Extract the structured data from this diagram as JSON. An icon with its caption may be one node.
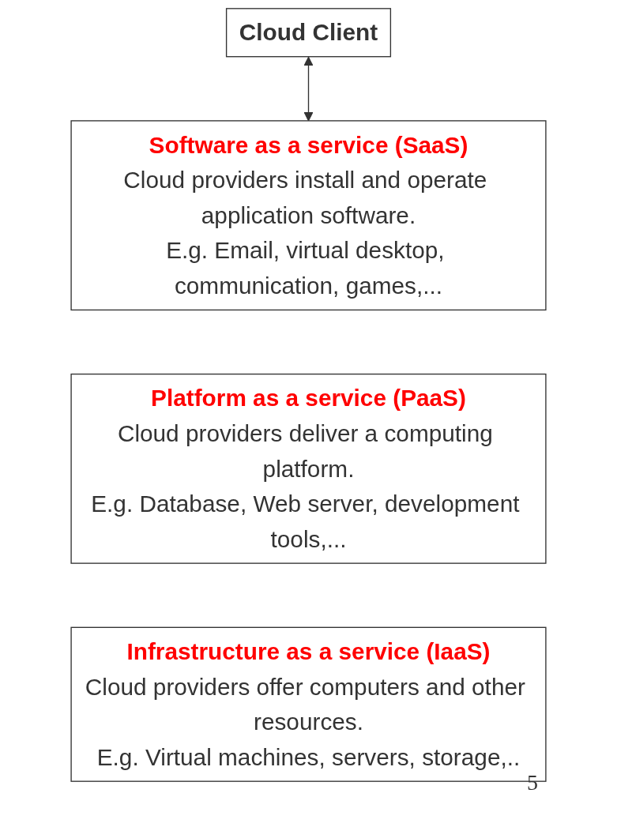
{
  "diagram": {
    "nodes": [
      {
        "text": [
          "Cloud Client"
        ]
      },
      {
        "text": [
          "Software as a service (SaaS)",
          "Cloud providers install and operate application software.",
          "E.g. Email, virtual desktop, communication, games,..."
        ]
      },
      {
        "text": [
          "Platform as a service (PaaS)",
          "Cloud providers deliver a computing platform.",
          "E.g. Database, Web server, development tools,..."
        ]
      },
      {
        "text": [
          "Infrastructure as a service (IaaS)",
          "Cloud providers offer computers and other resources.",
          "E.g. Virtual machines, servers, storage,.."
        ]
      }
    ],
    "edges": [
      {
        "from": 0,
        "to": 1,
        "arrow": "both"
      }
    ],
    "labels": [
      "5"
    ]
  }
}
